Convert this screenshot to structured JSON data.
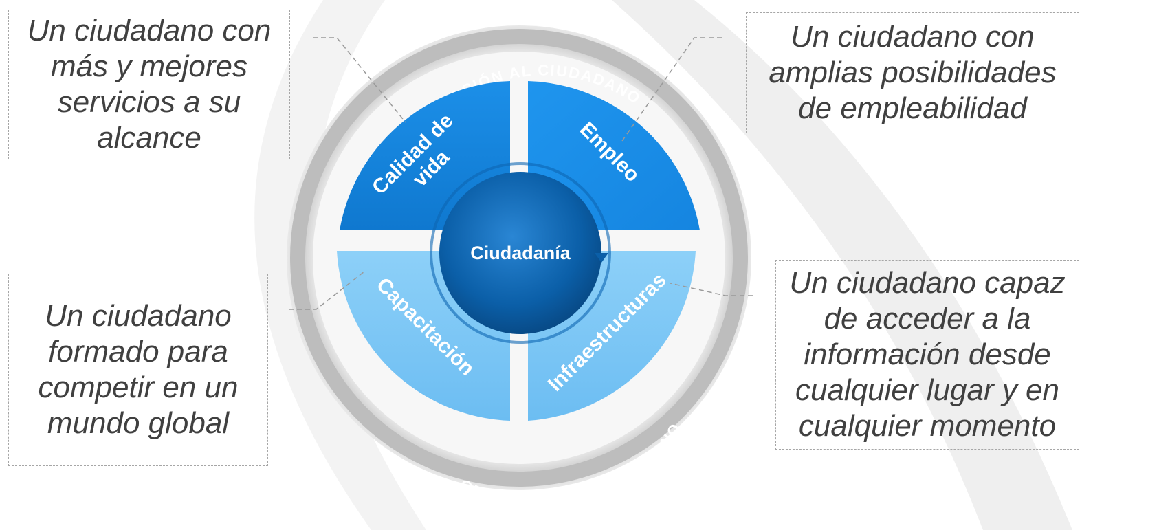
{
  "center": {
    "label": "Ciudadanía"
  },
  "ring": {
    "top_label": "ORIENTACIÓN AL CIUDADANO",
    "bottom_label": "ORIENTACIÓN AL CIUDADANO"
  },
  "quadrants": {
    "calidad_line1": "Calidad de",
    "calidad_line2": "vida",
    "empleo": "Empleo",
    "capacitacion": "Capacitación",
    "infraestructuras": "Infraestructuras"
  },
  "callouts": {
    "top_left": "Un ciudadano con\nmás y mejores\nservicios a su\nalcance",
    "top_right": "Un ciudadano con\namplias posibilidades\nde empleabilidad",
    "bottom_left": "Un ciudadano\nformado para\ncompetir en un\nmundo global",
    "bottom_right": "Un ciudadano capaz\nde acceder a la\ninformación desde\ncualquier lugar y en\ncualquier momento"
  },
  "colors": {
    "quadrant_top": "#1a8fe6",
    "quadrant_bottom": "#7cc8f6",
    "center": "#0b63b0",
    "ring": "#c8c8c8"
  }
}
